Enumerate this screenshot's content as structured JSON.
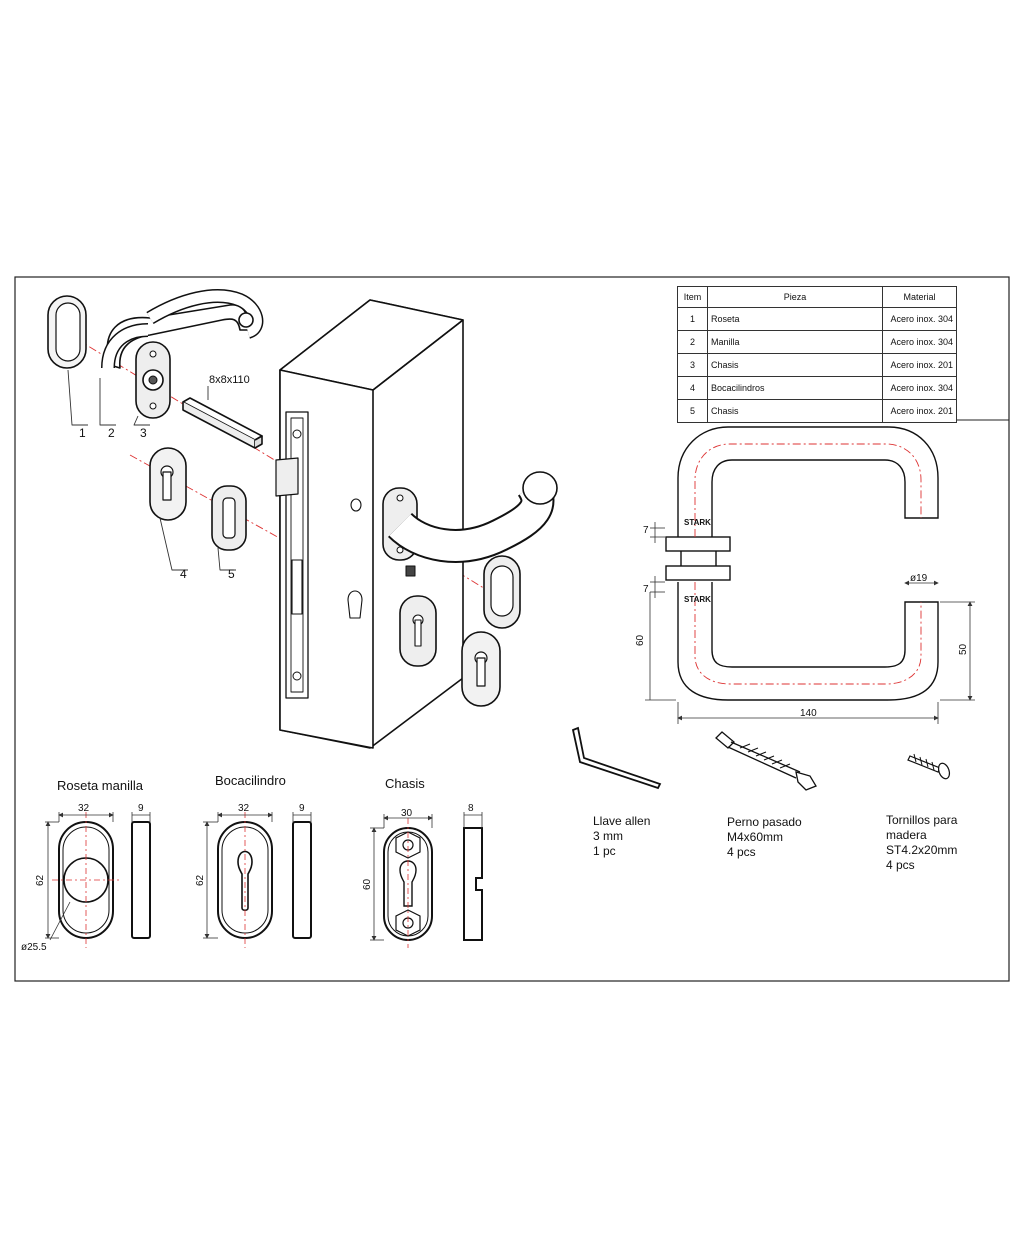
{
  "table": {
    "headers": {
      "item": "Item",
      "pieza": "Pieza",
      "material": "Material"
    },
    "rows": [
      {
        "item": "1",
        "pieza": "Roseta",
        "material": "Acero inox. 304"
      },
      {
        "item": "2",
        "pieza": "Manilla",
        "material": "Acero inox. 304"
      },
      {
        "item": "3",
        "pieza": "Chasis",
        "material": "Acero inox. 201"
      },
      {
        "item": "4",
        "pieza": "Bocacilindros",
        "material": "Acero inox. 304"
      },
      {
        "item": "5",
        "pieza": "Chasis",
        "material": "Acero inox. 201"
      }
    ]
  },
  "exploded": {
    "callouts": [
      "1",
      "2",
      "3",
      "4",
      "5"
    ],
    "spindle_label": "8x8x110"
  },
  "handle_view": {
    "brand": "STARK",
    "dims": {
      "gap_top": "7",
      "gap_bottom": "7",
      "tube_diameter": "ø19",
      "height_left": "60",
      "height_right": "50",
      "width": "140"
    }
  },
  "views": {
    "roseta": {
      "title": "Roseta manilla",
      "width": "32",
      "thickness": "9",
      "height": "62",
      "hole": "ø25.5"
    },
    "bocacilindro": {
      "title": "Bocacilindro",
      "width": "32",
      "thickness": "9",
      "height": "62"
    },
    "chasis": {
      "title": "Chasis",
      "width": "30",
      "thickness": "8",
      "height": "60"
    }
  },
  "hardware": {
    "allen": [
      "Llave allen",
      "3 mm",
      "1 pc"
    ],
    "bolt": [
      "Perno pasado",
      "M4x60mm",
      "4 pcs"
    ],
    "screws": [
      "Tornillos para",
      "madera",
      "ST4.2x20mm",
      "4 pcs"
    ]
  }
}
